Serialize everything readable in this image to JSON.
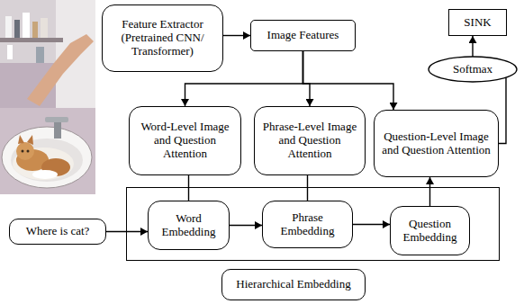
{
  "diagram": {
    "nodes": [
      {
        "text": [
          "Feature Extractor (Pretrained CNN/ Transformer)"
        ]
      },
      {
        "text": [
          "Image Features"
        ]
      },
      {
        "text": [
          "SINK"
        ]
      },
      {
        "text": [
          "Softmax"
        ]
      },
      {
        "text": [
          "Word-Level Image and Question Attention"
        ]
      },
      {
        "text": [
          "Phrase-Level Image and Question Attention"
        ]
      },
      {
        "text": [
          "Question-Level Image and Question Attention"
        ]
      },
      {
        "text": [
          "Hierarchical Embedding"
        ]
      },
      {
        "text": [
          "Word Embedding"
        ],
        "in": 7
      },
      {
        "text": [
          "Phrase Embedding"
        ],
        "in": 7
      },
      {
        "text": [
          "Question Embedding"
        ],
        "in": 7
      },
      {
        "text": [
          "Where is cat?"
        ]
      }
    ],
    "edges": [
      {
        "from": 0,
        "to": 1,
        "arrow": "to"
      },
      {
        "from": 1,
        "to": 4,
        "arrow": "to"
      },
      {
        "from": 1,
        "to": 5,
        "arrow": "to"
      },
      {
        "from": 1,
        "to": 6,
        "arrow": "to"
      },
      {
        "from": 10,
        "to": 6,
        "arrow": "to"
      },
      {
        "from": 8,
        "to": 4,
        "arrow": "none"
      },
      {
        "from": 9,
        "to": 5,
        "arrow": "none"
      },
      {
        "from": 11,
        "to": 8,
        "arrow": "to"
      },
      {
        "from": 8,
        "to": 9,
        "arrow": "to"
      },
      {
        "from": 9,
        "to": 10,
        "arrow": "to"
      },
      {
        "from": 6,
        "to": 3,
        "arrow": "none"
      },
      {
        "from": 3,
        "to": 2,
        "arrow": "to"
      }
    ]
  }
}
